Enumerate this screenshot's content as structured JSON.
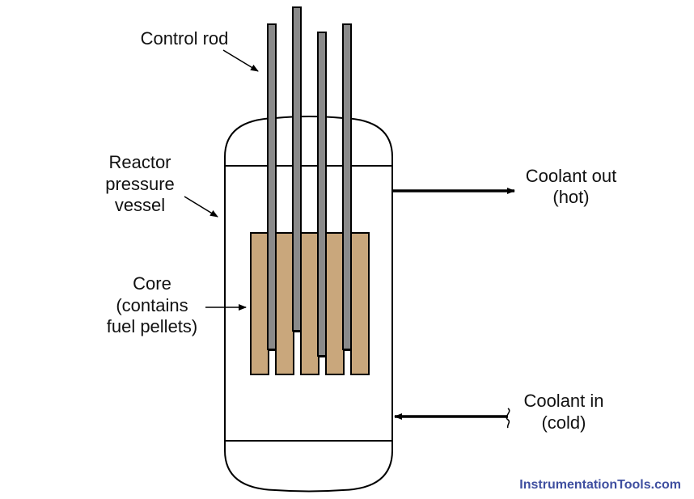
{
  "labels": {
    "control_rod": "Control rod",
    "vessel": [
      "Reactor",
      "pressure",
      "vessel"
    ],
    "core": [
      "Core",
      "(contains",
      "fuel pellets)"
    ],
    "coolant_out": [
      "Coolant out",
      "(hot)"
    ],
    "coolant_in": [
      "Coolant in",
      "(cold)"
    ]
  },
  "watermark": "InstrumentationTools.com",
  "colors": {
    "fuel": "#c9a77c",
    "rod": "#8a8a8a",
    "line": "#000000",
    "watermark": "#3f4fa0"
  }
}
